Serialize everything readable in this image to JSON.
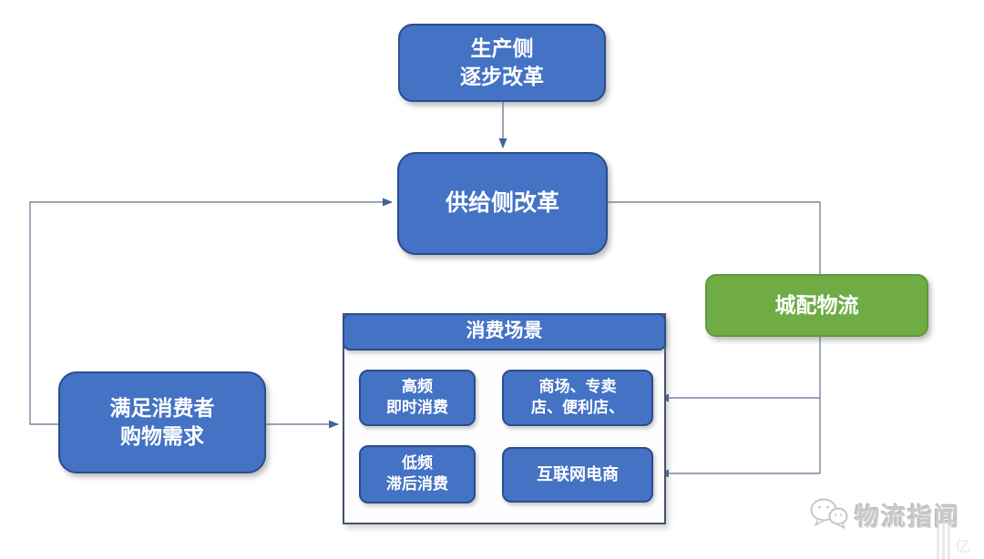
{
  "nodes": {
    "production": {
      "line1": "生产侧",
      "line2": "逐步改革"
    },
    "supply": {
      "label": "供给侧改革"
    },
    "city_logistics": {
      "label": "城配物流"
    },
    "consumer": {
      "line1": "满足消费者",
      "line2": "购物需求"
    },
    "scene_header": {
      "label": "消费场景"
    },
    "high_freq": {
      "line1": "高频",
      "line2": "即时消费"
    },
    "mall": {
      "line1": "商场、专卖",
      "line2": "店、便利店、"
    },
    "low_freq": {
      "line1": "低频",
      "line2": "滞后消费"
    },
    "ecommerce": {
      "label": "互联网电商"
    }
  },
  "edges": [
    {
      "from": "production",
      "to": "supply"
    },
    {
      "from": "consumer",
      "to": "supply"
    },
    {
      "from": "consumer",
      "to": "consumption-scene"
    },
    {
      "from": "supply",
      "to": "mall",
      "via": "city_logistics"
    },
    {
      "from": "supply",
      "to": "ecommerce",
      "via": "city_logistics"
    }
  ],
  "colors": {
    "node_blue": "#4472C4",
    "node_blue_border": "#2B4D8C",
    "node_green": "#6FAC46",
    "node_green_border": "#5F9A3A",
    "container_border": "#44546A",
    "connector": "#76879F",
    "arrowhead": "#44629B",
    "node_text": "#FFFFFF"
  },
  "watermark": {
    "label": "物流指闻",
    "brand": "亿欧"
  }
}
